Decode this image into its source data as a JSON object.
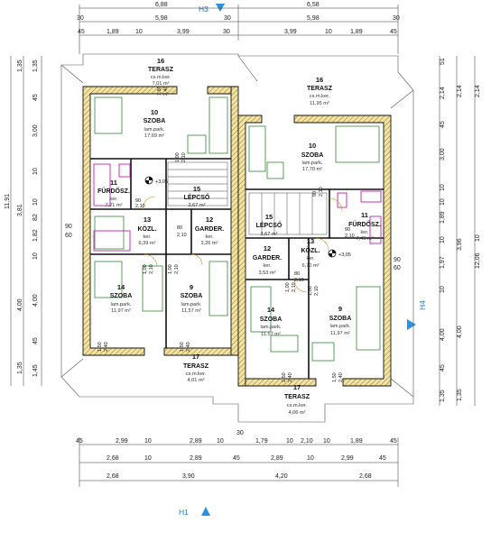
{
  "axes": {
    "h1": "H1",
    "h3": "H3",
    "h4": "H4"
  },
  "top_dims": {
    "overall": [
      "6,88",
      "6,58"
    ],
    "row2": [
      "30",
      "5,98",
      "30",
      "5,98",
      "30"
    ],
    "row3": [
      "45",
      "1,89",
      "10",
      "3,99",
      "30",
      "3,99",
      "10",
      "1,89",
      "45"
    ]
  },
  "left_dims": {
    "overall": "11,91",
    "row2": [
      "1,35",
      "3,81",
      "4,00",
      "1,35"
    ],
    "row3": [
      "1,35",
      "45",
      "3,00",
      "10",
      "10",
      "82",
      "1,82",
      "10",
      "4,00",
      "45",
      "1,45"
    ],
    "window": [
      "90",
      "60"
    ]
  },
  "right_dims": {
    "overall": "12,06",
    "row2": [
      "51",
      "2,14",
      "3,96",
      "4,00",
      "1,35"
    ],
    "row3": [
      "2,14",
      "45",
      "3,00",
      "10",
      "10",
      "1,89",
      "10",
      "1,97",
      "10",
      "4,00",
      "45",
      "1,35"
    ],
    "window": [
      "90",
      "60"
    ],
    "small": "10"
  },
  "bottom_dims": {
    "row1": [
      "45",
      "2,99",
      "10",
      "2,89",
      "10",
      "30",
      "1,79",
      "10",
      "2,10",
      "10",
      "1,89",
      "45"
    ],
    "mid30": "30",
    "row2": [
      "2,68",
      "10",
      "2,89",
      "45",
      "2,89",
      "10",
      "2,99",
      "45"
    ],
    "row3": [
      "2,68",
      "3,90",
      "4,20",
      "2,68"
    ]
  },
  "rooms": [
    {
      "id": "16L",
      "num": "16",
      "name": "TERASZ",
      "lines": [
        "cs.m.ker.",
        "7,01 m²"
      ]
    },
    {
      "id": "10L",
      "num": "10",
      "name": "SZOBA",
      "lines": [
        "lam.park.",
        "17,69 m²"
      ]
    },
    {
      "id": "11L",
      "num": "11",
      "name": "FÜRDŐSZ.",
      "lines": [
        "ker.",
        "7,21 m²"
      ]
    },
    {
      "id": "15L",
      "num": "15",
      "name": "LÉPCSŐ",
      "lines": [
        "2,67 m²"
      ]
    },
    {
      "id": "13L",
      "num": "13",
      "name": "KÖZL.",
      "lines": [
        "ker.",
        "6,39 m²"
      ]
    },
    {
      "id": "12L",
      "num": "12",
      "name": "GARDER.",
      "lines": [
        "ker.",
        "3,26 m²"
      ]
    },
    {
      "id": "14L",
      "num": "14",
      "name": "SZOBA",
      "lines": [
        "lam.park.",
        "11,97 m²"
      ]
    },
    {
      "id": "9L",
      "num": "9",
      "name": "SZOBA",
      "lines": [
        "lam.park.",
        "11,57 m²"
      ]
    },
    {
      "id": "17L",
      "num": "17",
      "name": "TERASZ",
      "lines": [
        "cs.m.ker.",
        "4,01 m²"
      ]
    },
    {
      "id": "16R",
      "num": "16",
      "name": "TERASZ",
      "lines": [
        "cs.m.ker.",
        "11,95 m²"
      ]
    },
    {
      "id": "10R",
      "num": "10",
      "name": "SZOBA",
      "lines": [
        "lam.park.",
        "17,70 m²"
      ]
    },
    {
      "id": "11R",
      "num": "11",
      "name": "FÜRDŐSZ.",
      "lines": [
        "ker.",
        "7,49 m²"
      ]
    },
    {
      "id": "15R",
      "num": "15",
      "name": "LÉPCSŐ",
      "lines": [
        "2,67 m²"
      ]
    },
    {
      "id": "12R",
      "num": "12",
      "name": "GARDER.",
      "lines": [
        "ker.",
        "3,53 m²"
      ]
    },
    {
      "id": "13R",
      "num": "13",
      "name": "KÖZL.",
      "lines": [
        "ker.",
        "6,70 m²"
      ]
    },
    {
      "id": "14R",
      "num": "14",
      "name": "SZOBA",
      "lines": [
        "lam.park.",
        "11,57 m²"
      ]
    },
    {
      "id": "9R",
      "num": "9",
      "name": "SZOBA",
      "lines": [
        "lam.park.",
        "11,97 m²"
      ]
    },
    {
      "id": "17R",
      "num": "17",
      "name": "TERASZ",
      "lines": [
        "cs.m.ker.",
        "4,06 m²"
      ]
    }
  ],
  "levels": [
    "+3,05",
    "+3,05"
  ],
  "door_labels": {
    "a": [
      "1,80",
      "2,40"
    ],
    "b": [
      "90",
      "2,10"
    ],
    "c": [
      "80",
      "2,10"
    ],
    "d": [
      "1,00",
      "2,10"
    ],
    "e": [
      "1,50",
      "2,40"
    ]
  }
}
